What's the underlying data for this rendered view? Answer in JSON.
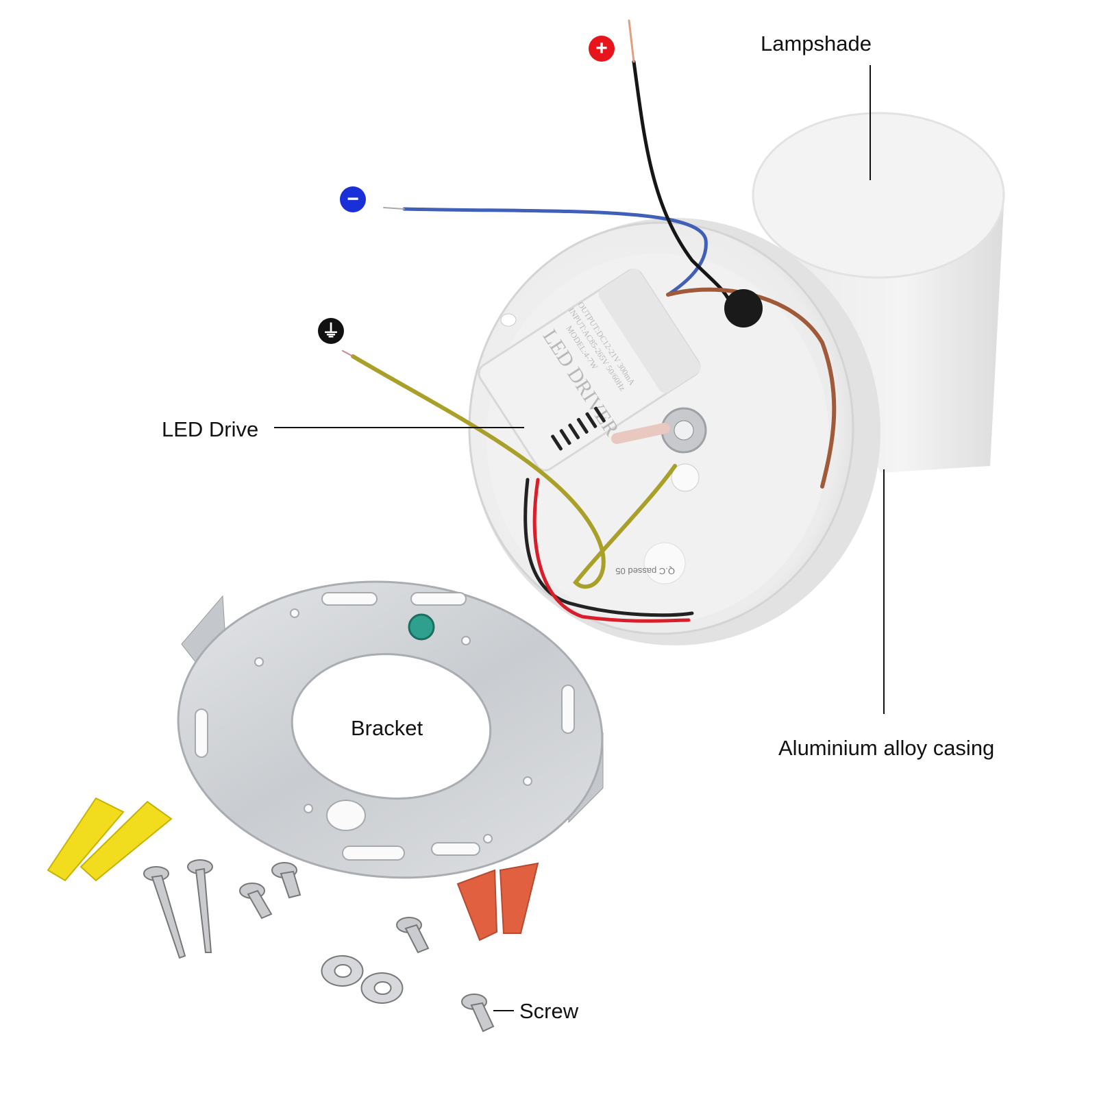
{
  "labels": {
    "lampshade": "Lampshade",
    "led_drive": "LED Drive",
    "bracket": "Bracket",
    "casing": "Aluminium alloy casing",
    "screw": "Screw"
  },
  "terminals": {
    "positive": {
      "symbol": "+",
      "icon": "plus-circle-icon",
      "color": "#e8141c"
    },
    "negative": {
      "symbol": "−",
      "icon": "minus-circle-icon",
      "color": "#1a2fd8"
    },
    "ground": {
      "symbol": "⏚",
      "icon": "ground-icon",
      "color": "#111111"
    }
  },
  "driver_print": {
    "title": "LED DRIVER",
    "model": "MODEL:4-7W",
    "input": "INPUT:AC85-265V 50/60Hz",
    "output": "OUTPUT:DC12-21V 300mA"
  },
  "qc_sticker": "Q.C passed 05"
}
